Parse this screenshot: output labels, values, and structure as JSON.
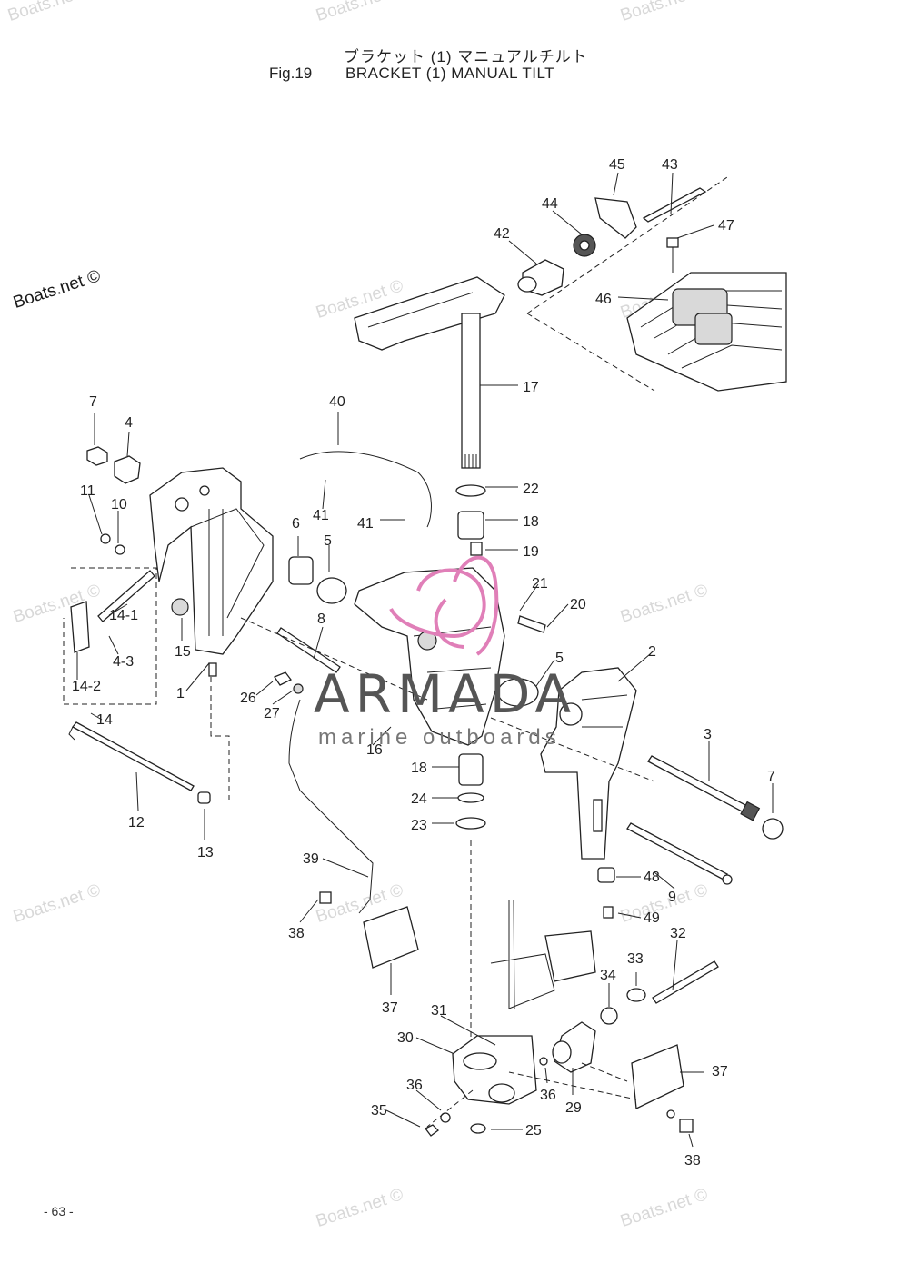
{
  "header": {
    "title_jp": "ブラケット (1) マニュアルチルト",
    "figure_number": "Fig.19",
    "title_en": "BRACKET (1) MANUAL TILT"
  },
  "watermarks": {
    "main": "Boats.net ©",
    "faint": [
      "Boats.net ©",
      "Boats.net ©",
      "Boats.net ©",
      "Boats.net ©",
      "Boats.net ©",
      "Boats.net ©",
      "Boats.net ©",
      "Boats.net ©",
      "Boats.net ©",
      "Boats.net ©",
      "Boats.net ©",
      "Boats.net ©"
    ]
  },
  "overlay_logo": {
    "name": "ARMADA",
    "tagline": "marine outboards",
    "accent_color": "#e07fb8"
  },
  "callouts": [
    "45",
    "43",
    "44",
    "42",
    "47",
    "46",
    "17",
    "40",
    "7",
    "4",
    "11",
    "10",
    "41",
    "6",
    "5",
    "22",
    "18",
    "19",
    "41",
    "21",
    "20",
    "14-1",
    "15",
    "4-3",
    "14-2",
    "1",
    "8",
    "26",
    "27",
    "14",
    "2",
    "5",
    "16",
    "3",
    "7",
    "18",
    "24",
    "23",
    "12",
    "13",
    "39",
    "48",
    "9",
    "49",
    "38",
    "37",
    "32",
    "33",
    "34",
    "31",
    "30",
    "36",
    "36",
    "29",
    "37",
    "35",
    "25",
    "38"
  ],
  "footer": {
    "page_number": "- 63 -"
  },
  "colors": {
    "line": "#222222",
    "watermark": "#d8d8d8",
    "logo": "#555555"
  }
}
